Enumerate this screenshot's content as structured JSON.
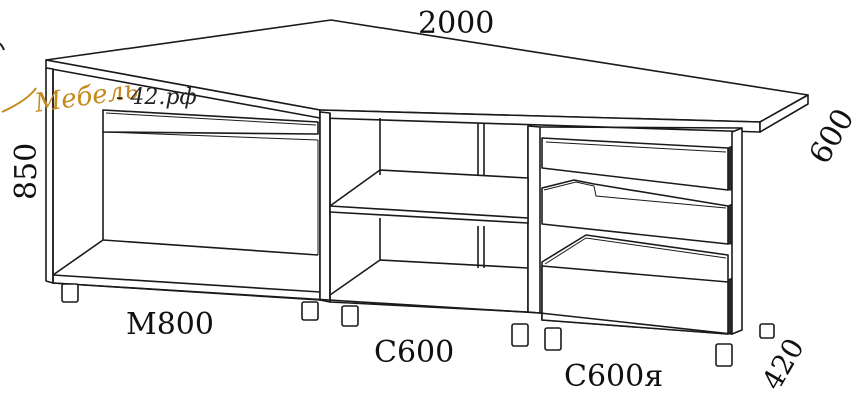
{
  "dimensions": {
    "width": "2000",
    "depth_top": "600",
    "height": "850",
    "depth_bottom": "420"
  },
  "modules": {
    "m800": "M800",
    "c600": "C600",
    "c600ya": "C600я"
  },
  "watermark": {
    "brand": "Мебель",
    "domain": "- 42.рф",
    "color": "#c58a1e"
  },
  "colors": {
    "line": "#1a1a1a",
    "background": "#ffffff"
  }
}
